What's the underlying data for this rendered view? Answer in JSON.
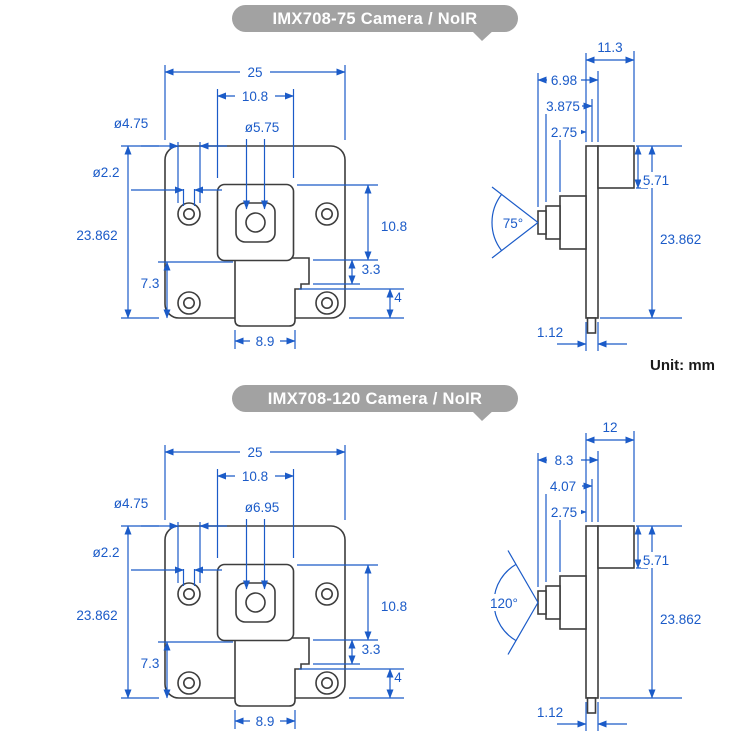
{
  "unit_label": "Unit: mm",
  "colors": {
    "dimension": "#1b5bc8",
    "outline": "#3d3d3d",
    "pill_bg": "#a2a2a2",
    "pill_text": "#ffffff",
    "unit_text": "#1a1a1a",
    "background": "#ffffff"
  },
  "sections": [
    {
      "title": "IMX708-75 Camera / NoIR",
      "front": {
        "board_width": "25",
        "sensor_width": "10.8",
        "mount_hole_dia": "ø4.75",
        "lens_dia": "ø5.75",
        "inner_hole_dia": "ø2.2",
        "board_height": "23.862",
        "sensor_height": "10.8",
        "step_1": "3.3",
        "step_2": "4",
        "bottom_offset": "7.3",
        "tab_width": "8.9"
      },
      "side": {
        "total_depth": "11.3",
        "lens_to_back": "6.98",
        "barrel_to_board": "3.875",
        "housing_to_board": "2.75",
        "bracket_height": "5.71",
        "fov_angle": "75°",
        "board_height": "23.862",
        "board_thickness": "1.12"
      }
    },
    {
      "title": "IMX708-120 Camera / NoIR",
      "front": {
        "board_width": "25",
        "sensor_width": "10.8",
        "mount_hole_dia": "ø4.75",
        "lens_dia": "ø6.95",
        "inner_hole_dia": "ø2.2",
        "board_height": "23.862",
        "sensor_height": "10.8",
        "step_1": "3.3",
        "step_2": "4",
        "bottom_offset": "7.3",
        "tab_width": "8.9"
      },
      "side": {
        "total_depth": "12",
        "lens_to_back": "8.3",
        "barrel_to_board": "4.07",
        "housing_to_board": "2.75",
        "bracket_height": "5.71",
        "fov_angle": "120°",
        "board_height": "23.862",
        "board_thickness": "1.12"
      }
    }
  ]
}
